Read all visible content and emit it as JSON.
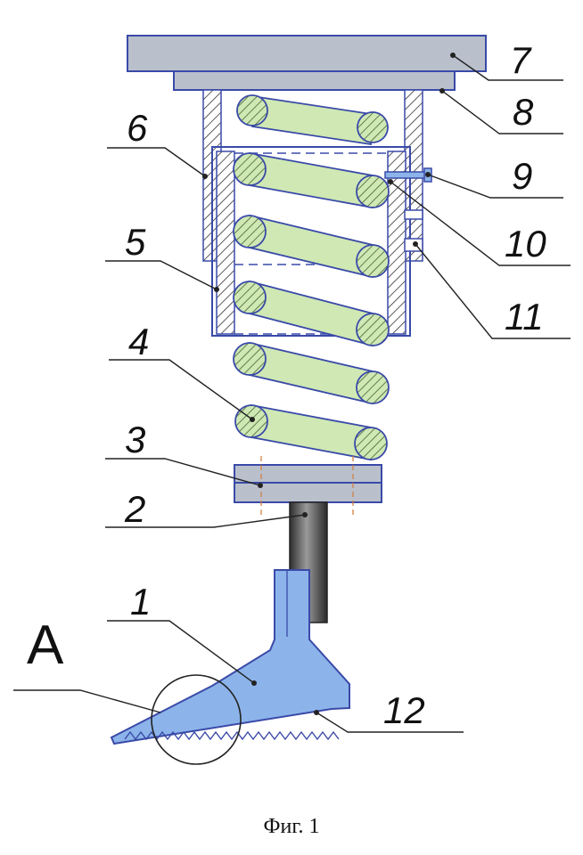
{
  "figure": {
    "caption": "Фиг. 1",
    "view_letter": "A",
    "labels": {
      "l1": "1",
      "l2": "2",
      "l3": "3",
      "l4": "4",
      "l5": "5",
      "l6": "6",
      "l7": "7",
      "l8": "8",
      "l9": "9",
      "l10": "10",
      "l11": "11",
      "l12": "12"
    }
  },
  "colors": {
    "part_blue": "#8cb4ea",
    "spring_green": "#cfe8b4",
    "plate_gray": "#b9c0cc",
    "outline": "#3a4aa8",
    "rod_dark": "#4a4a4a"
  }
}
